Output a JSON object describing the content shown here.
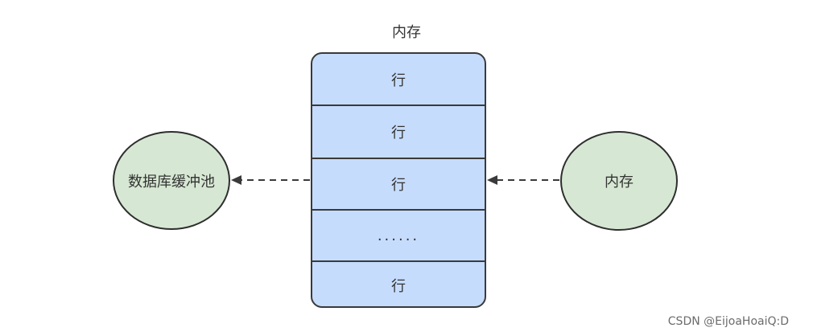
{
  "diagram": {
    "top_label": "内存",
    "rows": [
      {
        "label": "行"
      },
      {
        "label": "行"
      },
      {
        "label": "行"
      },
      {
        "label": "......"
      },
      {
        "label": "行"
      }
    ],
    "left_node": {
      "label": "数据库缓冲池"
    },
    "right_node": {
      "label": "内存"
    },
    "edges": [
      {
        "from": "right_node",
        "to": "memory_block",
        "style": "dashed"
      },
      {
        "from": "memory_block",
        "to": "left_node",
        "style": "dashed"
      }
    ]
  },
  "watermark": "CSDN @EijoaHoaiQ:D",
  "colors": {
    "block_fill": "#c6dcfc",
    "node_fill": "#d6e8d3",
    "stroke": "#3a3a3a"
  }
}
